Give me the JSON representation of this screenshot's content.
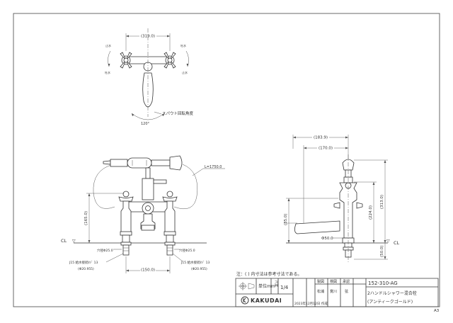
{
  "top_view": {
    "width_dim": "(319.0)",
    "rot_open_l": "止水",
    "rot_close_l": "吐水",
    "rot_open_r": "吐水",
    "rot_close_r": "止水",
    "spout_label": "スパウト回転角度",
    "spout_angle": "120°"
  },
  "front_view": {
    "hose_length": "L=1750.0",
    "height_dim": "(165.0)",
    "cl_label": "CL",
    "cl_mark": "▽",
    "hole_left": "穴径Φ25.0",
    "hole_right": "穴径Φ25.0",
    "conn_left_1": "J15 給水接続ﾈｼﾞ 13",
    "conn_left_2": "(Φ20.955)",
    "conn_right_1": "J15 給水接続ﾈｼﾞ 13",
    "conn_right_2": "(Φ20.955)",
    "center_dim": "(150.0)"
  },
  "side_view": {
    "dim_top": "(183.9)",
    "dim_second": "(170.0)",
    "dim_left": "(85.0)",
    "dim_right_inner": "(224.0)",
    "dim_right_outer": "(313.0)",
    "dim_bottom_right": "(50.0)",
    "dia_label": "Φ50.0",
    "cl_label": "CL",
    "cl_mark": "▽"
  },
  "notes": {
    "reference_note": "注：(  ) 内寸法は参考寸法である。"
  },
  "title_block": {
    "unit_label": "単位mm",
    "scale_label": "尺度",
    "scale_value": "1/4",
    "col_draw": "製図",
    "col_check": "検図",
    "col_approve": "承認",
    "name_draw": "松浦",
    "name_check": "寛川",
    "name_approve": "弦",
    "brand": "KAKUDAI",
    "date": "2023年12月12日 作成",
    "model": "152-310-AG",
    "desc_1": "2ハンドルシャワー混合栓",
    "desc_2": "(アンティークゴールド)"
  },
  "sheet_size": "A3"
}
